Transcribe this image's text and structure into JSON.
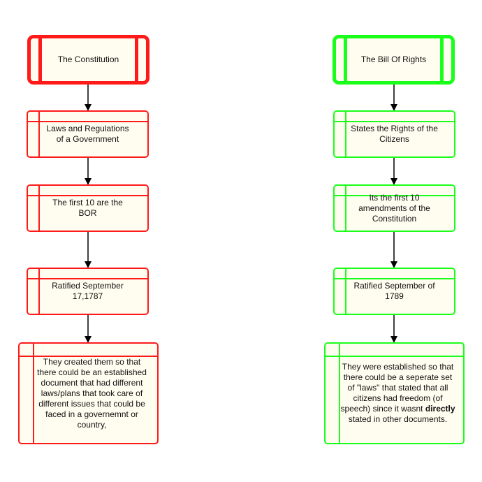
{
  "colors": {
    "constitution_border": "#ff1a1a",
    "bor_border": "#1aff1a",
    "node_fill": "#fffdf0",
    "arrow": "#000000"
  },
  "constitution": {
    "title": "The Constitution",
    "nodes": [
      "Laws and Regulations of a Government",
      "The first 10 are the BOR",
      "Ratified September 17,1787",
      "They created them so that there could be an established document that had different laws/plans that took care of different issues that could be faced in a governemnt or country,"
    ]
  },
  "bill_of_rights": {
    "title": "The Bill Of Rights",
    "nodes": [
      "States the Rights of the Citizens",
      "Its the first 10 amendments of the Constitution",
      "Ratified September of 1789"
    ],
    "last_node": {
      "before": "They were established so that there could be a seperate set of \"laws\" that stated that all citizens had freedom (of speech) since it wasnt",
      "emphasis": "directly",
      "after": "stated in other documents."
    }
  }
}
